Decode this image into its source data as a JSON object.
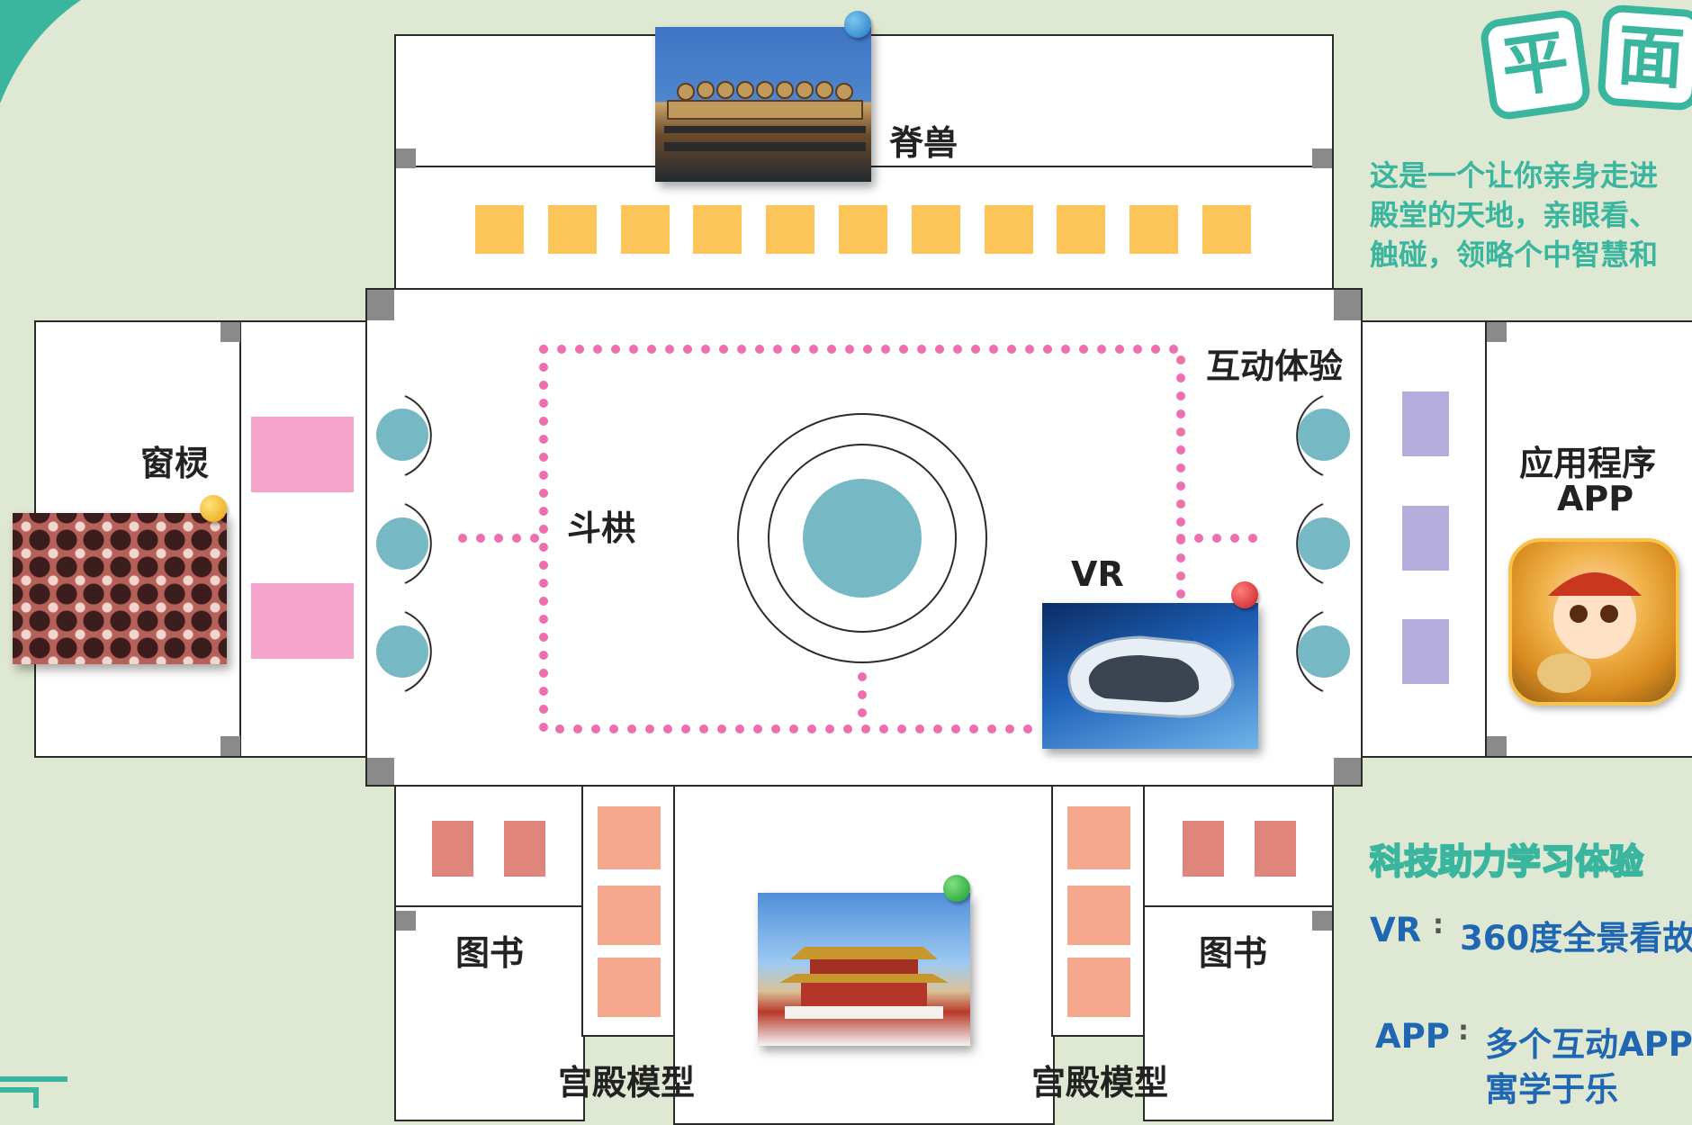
{
  "title": {
    "char1": "平",
    "char2": "面"
  },
  "intro": {
    "line1": "这是一个让你亲身走进",
    "line2": "殿堂的天地，亲眼看、",
    "line3": "触碰，领略个中智慧和"
  },
  "tech_section": {
    "heading": "科技助力学习体验",
    "vr_key": "VR",
    "sep": ":",
    "vr_text": "360度全景看故",
    "app_key": "APP",
    "app_text_1": "多个互动APP",
    "app_text_2": "寓学于乐"
  },
  "map_labels": {
    "ridge_beasts": "脊兽",
    "window_lattice": "窗棂",
    "dougong": "斗栱",
    "interactive": "互动体验",
    "vr": "VR",
    "app_line1": "应用程序",
    "app_line2": "APP",
    "books_left": "图书",
    "books_right": "图书",
    "palace_model_left": "宫殿模型",
    "palace_model_right": "宫殿模型"
  },
  "colors": {
    "background": "#dfe8d2",
    "accent_green": "#3ab59e",
    "accent_blue": "#1f66b3",
    "exhibit_yellow": "#fcc55a",
    "exhibit_pink": "#f5a5cb",
    "exhibit_teal": "#76b9c4",
    "exhibit_lavender": "#b5aedd",
    "exhibit_salmon": "#f5a88e",
    "exhibit_rust": "#df857c",
    "path_pink": "#ee6fae"
  }
}
